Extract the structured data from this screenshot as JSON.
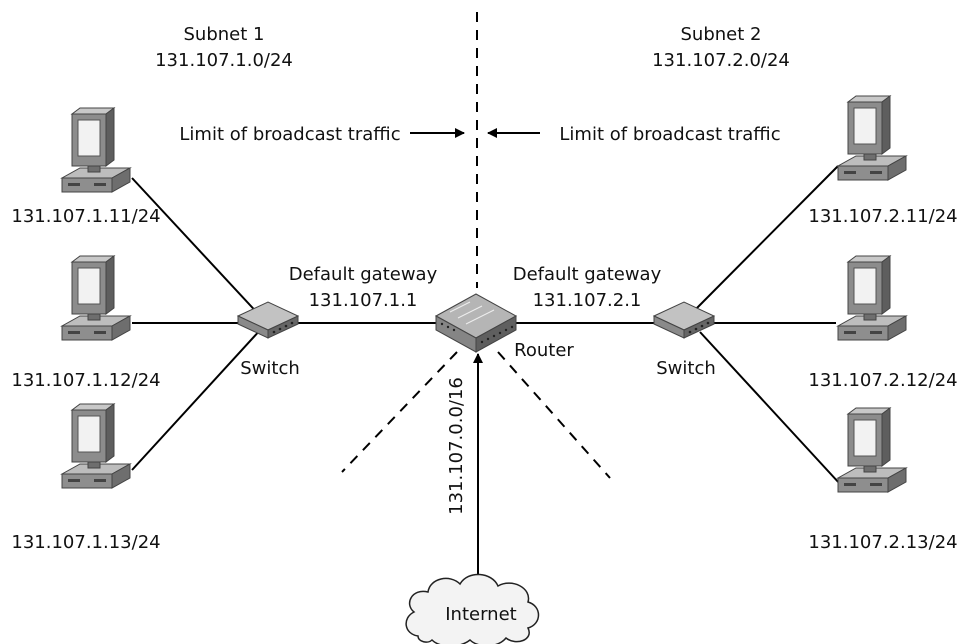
{
  "subnet1": {
    "name": "Subnet 1",
    "network": "131.107.1.0/24"
  },
  "subnet2": {
    "name": "Subnet 2",
    "network": "131.107.2.0/24"
  },
  "broadcast_limit_left": "Limit of broadcast traffic",
  "broadcast_limit_right": "Limit of broadcast traffic",
  "hosts_left": [
    "131.107.1.11/24",
    "131.107.1.12/24",
    "131.107.1.13/24"
  ],
  "hosts_right": [
    "131.107.2.11/24",
    "131.107.2.12/24",
    "131.107.2.13/24"
  ],
  "gateway_left": {
    "label": "Default gateway",
    "address": "131.107.1.1"
  },
  "gateway_right": {
    "label": "Default gateway",
    "address": "131.107.2.1"
  },
  "switch_left_label": "Switch",
  "switch_right_label": "Switch",
  "router_label": "Router",
  "internet_route": "131.107.0.0/16",
  "internet_label": "Internet",
  "colors": {
    "device_body": "#9a9a9a",
    "device_dark": "#555555",
    "screen": "#f2f2f2",
    "line": "#000000"
  }
}
